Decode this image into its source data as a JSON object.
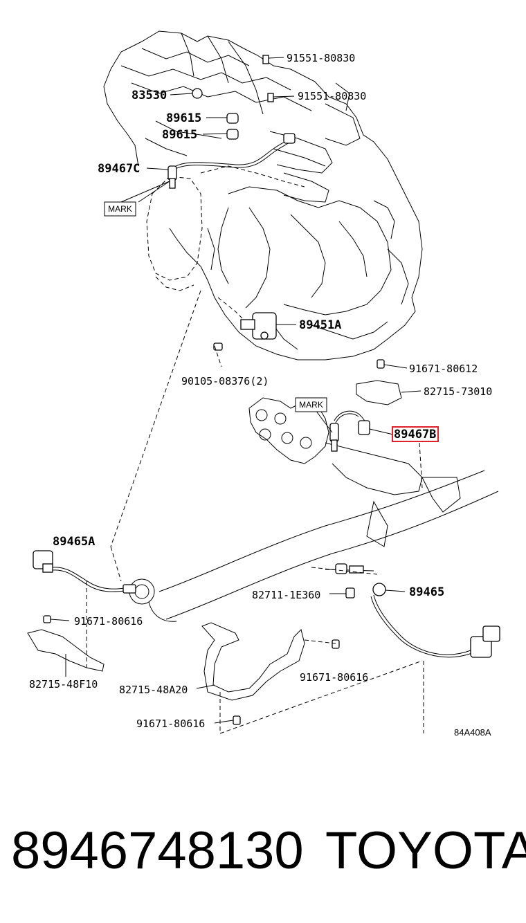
{
  "diagram": {
    "callouts": {
      "p91551_top": "91551-80830",
      "p91551_mid": "91551-80830",
      "p83530": "83530",
      "p89615_a": "89615",
      "p89615_b": "89615",
      "p89467C": "89467C",
      "p89451A": "89451A",
      "p90105": "90105-08376(2)",
      "p91671_612": "91671-80612",
      "p82715_73010": "82715-73010",
      "p89467B": "89467B",
      "p89465A": "89465A",
      "p91671_616_left": "91671-80616",
      "p82715_48F10": "82715-48F10",
      "p82711": "82711-1E360",
      "p89465": "89465",
      "p82715_48A20": "82715-48A20",
      "p91671_616_mid": "91671-80616",
      "p91671_616_bottom": "91671-80616"
    },
    "mark_upper": "MARK",
    "mark_lower": "MARK",
    "figure_code": "84A408A",
    "highlight_color": "#e0202a"
  },
  "footer": {
    "part_number": "8946748130",
    "brand": "TOYOTA"
  }
}
